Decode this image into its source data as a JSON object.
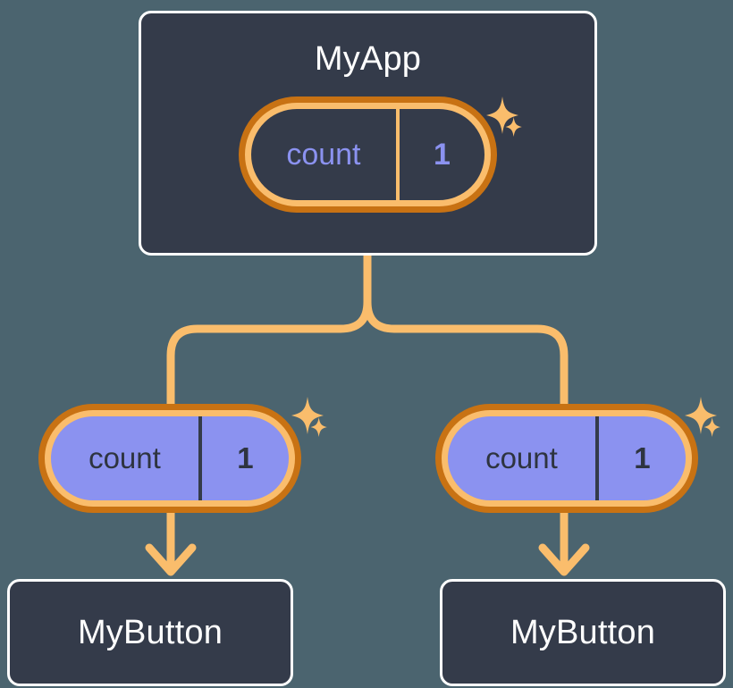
{
  "diagram": {
    "title_semantic": "react-state-propagation-tree",
    "background_color": "#4b646f"
  },
  "colors": {
    "background": "#4b646f",
    "box_fill": "#343b4a",
    "box_border": "#ffffff",
    "box_text": "#ffffff",
    "pill_outer_ring": "#c87213",
    "pill_inner_ring": "#fabd6c",
    "pill_leaf_fill": "#8b92f0",
    "state_text_accent": "#8b92f0",
    "state_text_dark": "#2e3440",
    "connector": "#fabd6c",
    "sparkle": "#fabd6c"
  },
  "root": {
    "component_name": "MyApp",
    "state": {
      "key": "count",
      "value": "1"
    },
    "sparkle_icons": [
      "sparkle-large-icon",
      "sparkle-small-icon"
    ]
  },
  "children": [
    {
      "component_name": "MyButton",
      "state": {
        "key": "count",
        "value": "1"
      },
      "sparkle_icons": [
        "sparkle-large-icon",
        "sparkle-small-icon"
      ]
    },
    {
      "component_name": "MyButton",
      "state": {
        "key": "count",
        "value": "1"
      },
      "sparkle_icons": [
        "sparkle-large-icon",
        "sparkle-small-icon"
      ]
    }
  ],
  "connectors": {
    "tree_branch_icon": "tree-branch-connector",
    "arrow_icon": "arrow-down-icon",
    "arrow_count": 2
  }
}
